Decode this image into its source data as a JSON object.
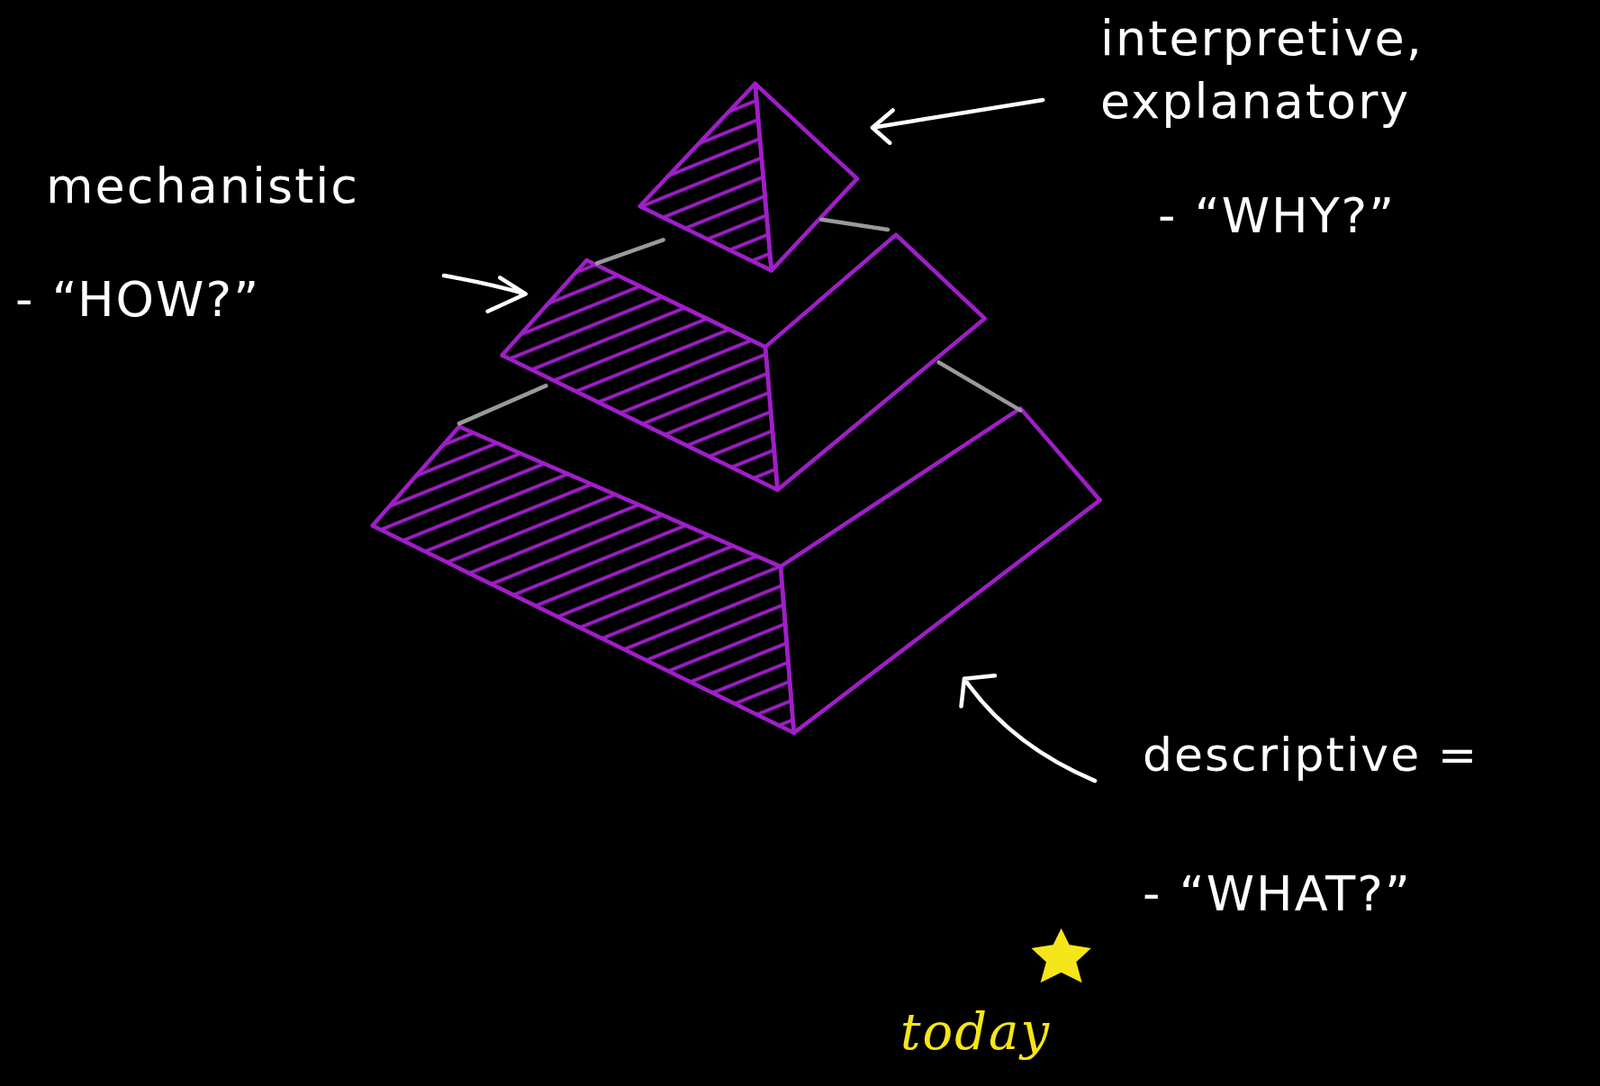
{
  "diagram": {
    "labels": [
      "interpretive, explanatory",
      "- “WHY?”",
      "mechanistic",
      "- “HOW?”",
      "descriptive =",
      "- “WHAT?”",
      "today"
    ]
  }
}
